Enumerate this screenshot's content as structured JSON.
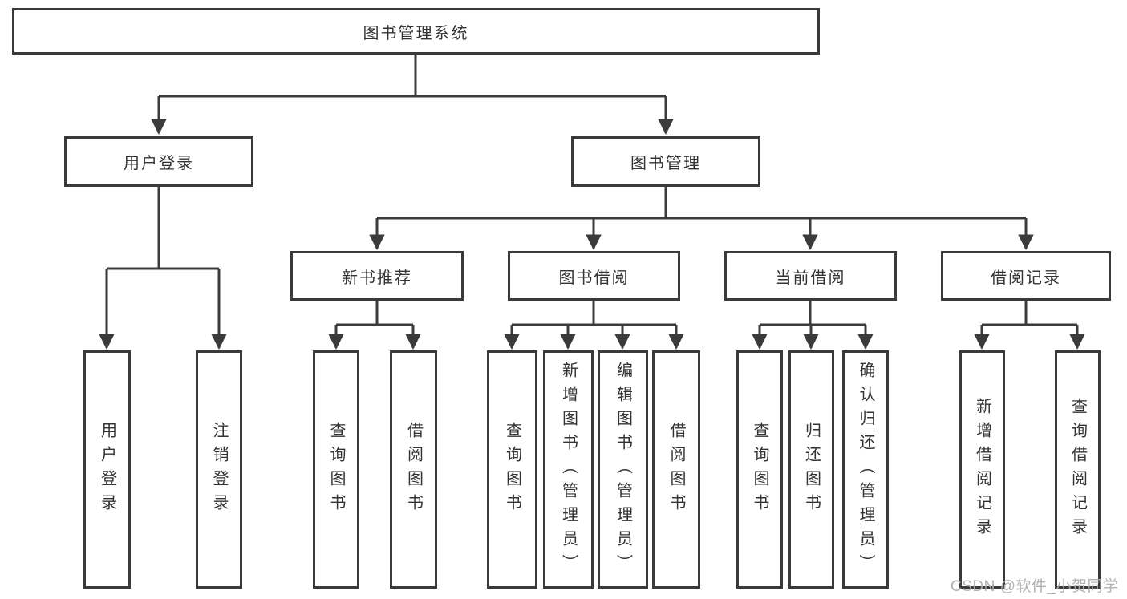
{
  "diagram_title": "图书管理系统",
  "nodes": {
    "root": "图书管理系统",
    "user_login": "用户登录",
    "book_management": "图书管理",
    "new_book_recommend": "新书推荐",
    "book_borrow": "图书借阅",
    "current_borrow": "当前借阅",
    "borrow_records": "借阅记录",
    "leaf_user_login": "用户登录",
    "leaf_logout": "注销登录",
    "leaf_nb_query_books": "查询图书",
    "leaf_nb_borrow_books": "借阅图书",
    "leaf_bb_query_books": "查询图书",
    "leaf_bb_add_books": "新增图书（管理员）",
    "leaf_bb_edit_books": "编辑图书（管理员）",
    "leaf_bb_borrow_books": "借阅图书",
    "leaf_cb_query_books": "查询图书",
    "leaf_cb_return_books": "归还图书",
    "leaf_cb_confirm_return": "确认归还（管理员）",
    "leaf_br_add_record": "新增借阅记录",
    "leaf_br_query_record": "查询借阅记录"
  },
  "hierarchy": {
    "图书管理系统": {
      "用户登录": [
        "用户登录",
        "注销登录"
      ],
      "图书管理": {
        "新书推荐": [
          "查询图书",
          "借阅图书"
        ],
        "图书借阅": [
          "查询图书",
          "新增图书（管理员）",
          "编辑图书（管理员）",
          "借阅图书"
        ],
        "当前借阅": [
          "查询图书",
          "归还图书",
          "确认归还（管理员）"
        ],
        "借阅记录": [
          "新增借阅记录",
          "查询借阅记录"
        ]
      }
    }
  },
  "watermark": "CSDN @软件_小贺同学",
  "colors": {
    "line": "#3b3b3b",
    "border": "#3a3a3a",
    "text": "#333333",
    "background": "#ffffff",
    "watermark": "#afafaf"
  }
}
